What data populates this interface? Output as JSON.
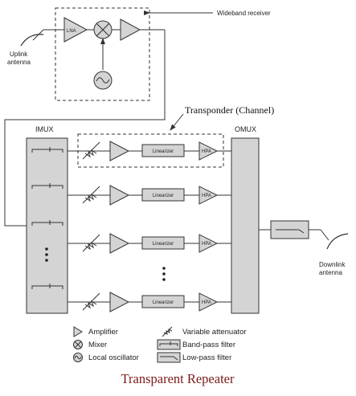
{
  "labels": {
    "wideband_receiver": "Wideband receiver",
    "uplink_antenna_line1": "Uplink",
    "uplink_antenna_line2": "antenna",
    "lna": "LNA",
    "transponder": "Transponder (Channel)",
    "imux": "IMUX",
    "omux": "OMUX",
    "linearizer": "Linearizer",
    "hpa": "HPA",
    "downlink_antenna_line1": "Downlink",
    "downlink_antenna_line2": "antenna"
  },
  "legend": {
    "amplifier": "Amplifier",
    "mixer": "Mixer",
    "local_oscillator": "Local oscillator",
    "variable_attenuator": "Variable attenuator",
    "band_pass_filter": "Band-pass filter",
    "low_pass_filter": "Low-pass filter"
  },
  "caption": "Transparent Repeater",
  "colors": {
    "block_fill": "#d4d4d4",
    "line": "#333333",
    "caption": "#7a1a1a"
  }
}
